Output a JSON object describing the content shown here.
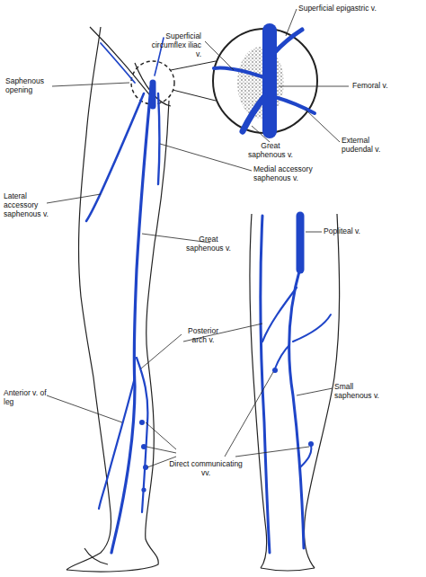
{
  "diagram": {
    "labels": [
      "Superficial epigastric v.",
      "Superficial circumflex iliac v.",
      "Femoral v.",
      "Saphenous opening",
      "Great saphenous v.",
      "External pudendal v.",
      "Medial accessory saphenous v.",
      "Lateral accessory saphenous v.",
      "Great saphenous v.",
      "Popliteal v.",
      "Posterior arch v.",
      "Small saphenous v.",
      "Anterior v. of leg",
      "Direct communicating vv."
    ]
  }
}
